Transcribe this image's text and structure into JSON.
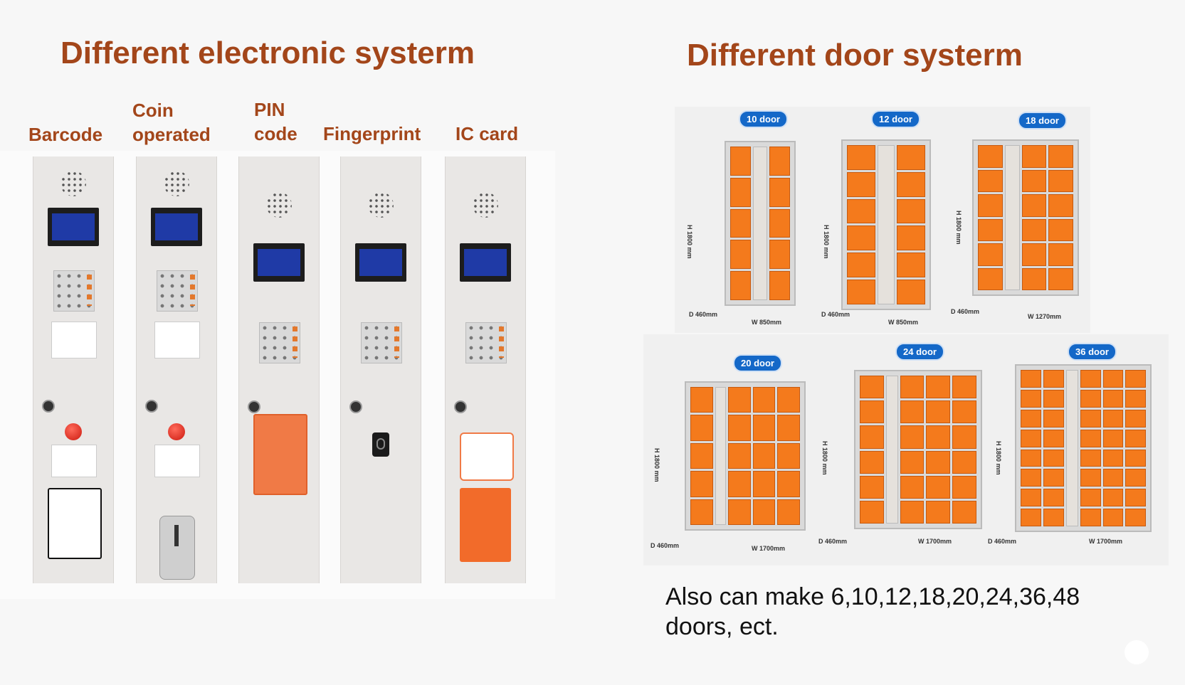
{
  "left_heading": "Different electronic systerm",
  "right_heading": "Different door systerm",
  "electronic_systems": [
    {
      "label": "Barcode"
    },
    {
      "label": "Coin\noperated"
    },
    {
      "label": "PIN\ncode"
    },
    {
      "label": "Fingerprint"
    },
    {
      "label": "IC card"
    }
  ],
  "door_systems": [
    {
      "badge": "10 door",
      "height": "H 1800 mm",
      "depth": "D 460mm",
      "width": "W 850mm"
    },
    {
      "badge": "12 door",
      "height": "H 1800 mm",
      "depth": "D 460mm",
      "width": "W 850mm"
    },
    {
      "badge": "18 door",
      "height": "H 1800 mm",
      "depth": "D 460mm",
      "width": "W 1270mm"
    },
    {
      "badge": "20 door",
      "height": "H 1800 mm",
      "depth": "D 460mm",
      "width": "W 1700mm"
    },
    {
      "badge": "24 door",
      "height": "H 1800 mm",
      "depth": "D 460mm",
      "width": "W 1700mm"
    },
    {
      "badge": "36 door",
      "height": "H 1800 mm",
      "depth": "D 460mm",
      "width": "W 1700mm"
    }
  ],
  "footnote": "Also can make 6,10,12,18,20,24,36,48 doors, ect.",
  "colors": {
    "heading": "#a3461a",
    "locker_orange": "#f47a1c",
    "badge_blue": "#1468c8"
  }
}
